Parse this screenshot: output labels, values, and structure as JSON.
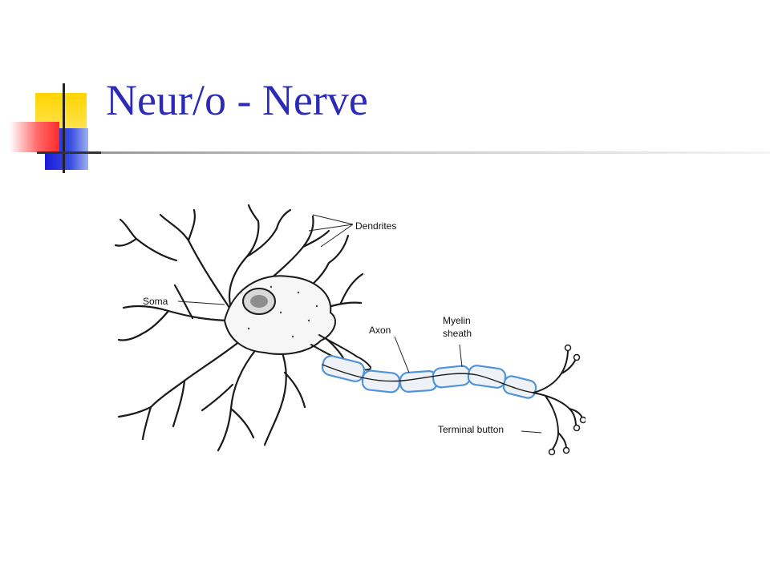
{
  "slide": {
    "title": "Neur/o - Nerve"
  },
  "diagram": {
    "labels": {
      "dendrites": "Dendrites",
      "soma": "Soma",
      "axon": "Axon",
      "myelin_line1": "Myelin",
      "myelin_line2": "sheath",
      "terminal": "Terminal button"
    }
  },
  "colors": {
    "title": "#2b2bb8",
    "myelin_outline": "#4f93d8",
    "square_yellow": "#ffd400",
    "square_blue": "#1a1ad8",
    "square_red": "#ff2a2a"
  }
}
